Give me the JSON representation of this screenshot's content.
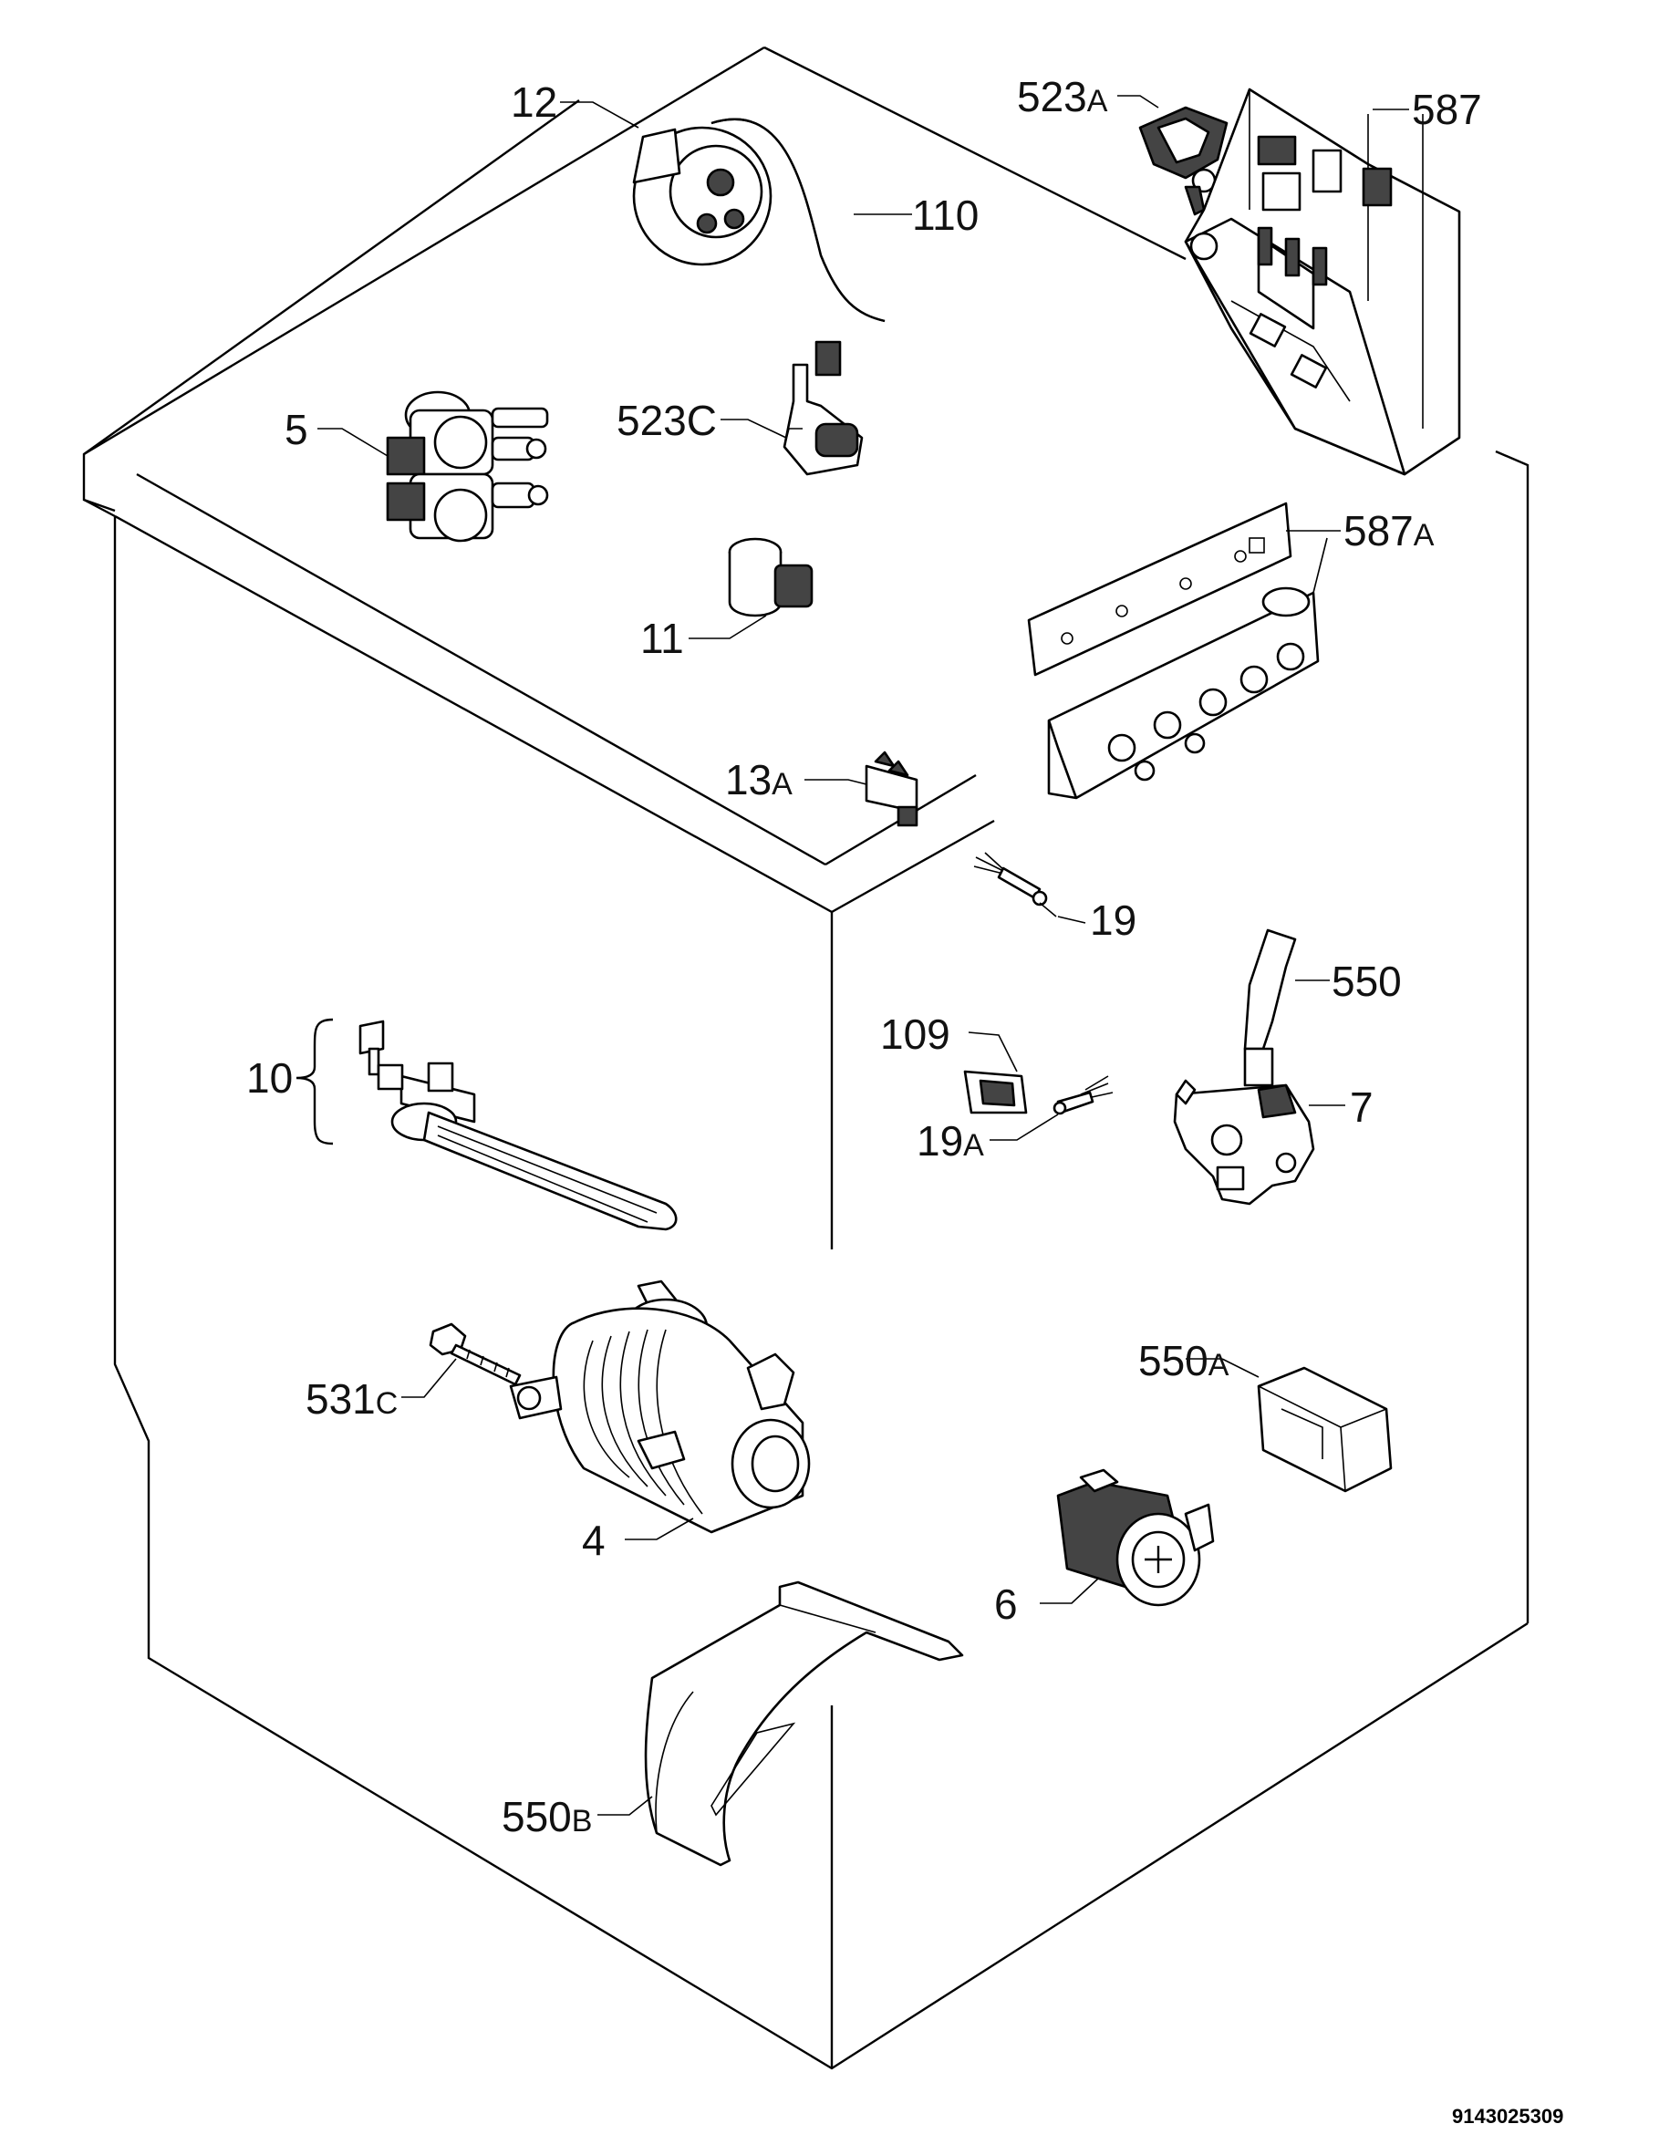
{
  "document_number": "9143025309",
  "labels": [
    {
      "id": "p12",
      "num": "12",
      "suffix": ""
    },
    {
      "id": "p110",
      "num": "110",
      "suffix": ""
    },
    {
      "id": "p523a",
      "num": "523",
      "suffix": "A"
    },
    {
      "id": "p587",
      "num": "587",
      "suffix": ""
    },
    {
      "id": "p5",
      "num": "5",
      "suffix": ""
    },
    {
      "id": "p523c",
      "num": "523C",
      "suffix": ""
    },
    {
      "id": "p587a",
      "num": "587",
      "suffix": "A"
    },
    {
      "id": "p11",
      "num": "11",
      "suffix": ""
    },
    {
      "id": "p13a",
      "num": "13",
      "suffix": "A"
    },
    {
      "id": "p19",
      "num": "19",
      "suffix": ""
    },
    {
      "id": "p550",
      "num": "550",
      "suffix": ""
    },
    {
      "id": "p10",
      "num": "10",
      "suffix": ""
    },
    {
      "id": "p109",
      "num": "109",
      "suffix": ""
    },
    {
      "id": "p19a",
      "num": "19",
      "suffix": "A"
    },
    {
      "id": "p7",
      "num": "7",
      "suffix": ""
    },
    {
      "id": "p531c",
      "num": "531",
      "suffix": "C"
    },
    {
      "id": "p550a",
      "num": "550",
      "suffix": "A"
    },
    {
      "id": "p4",
      "num": "4",
      "suffix": ""
    },
    {
      "id": "p6",
      "num": "6",
      "suffix": ""
    },
    {
      "id": "p550b",
      "num": "550",
      "suffix": "B"
    }
  ]
}
